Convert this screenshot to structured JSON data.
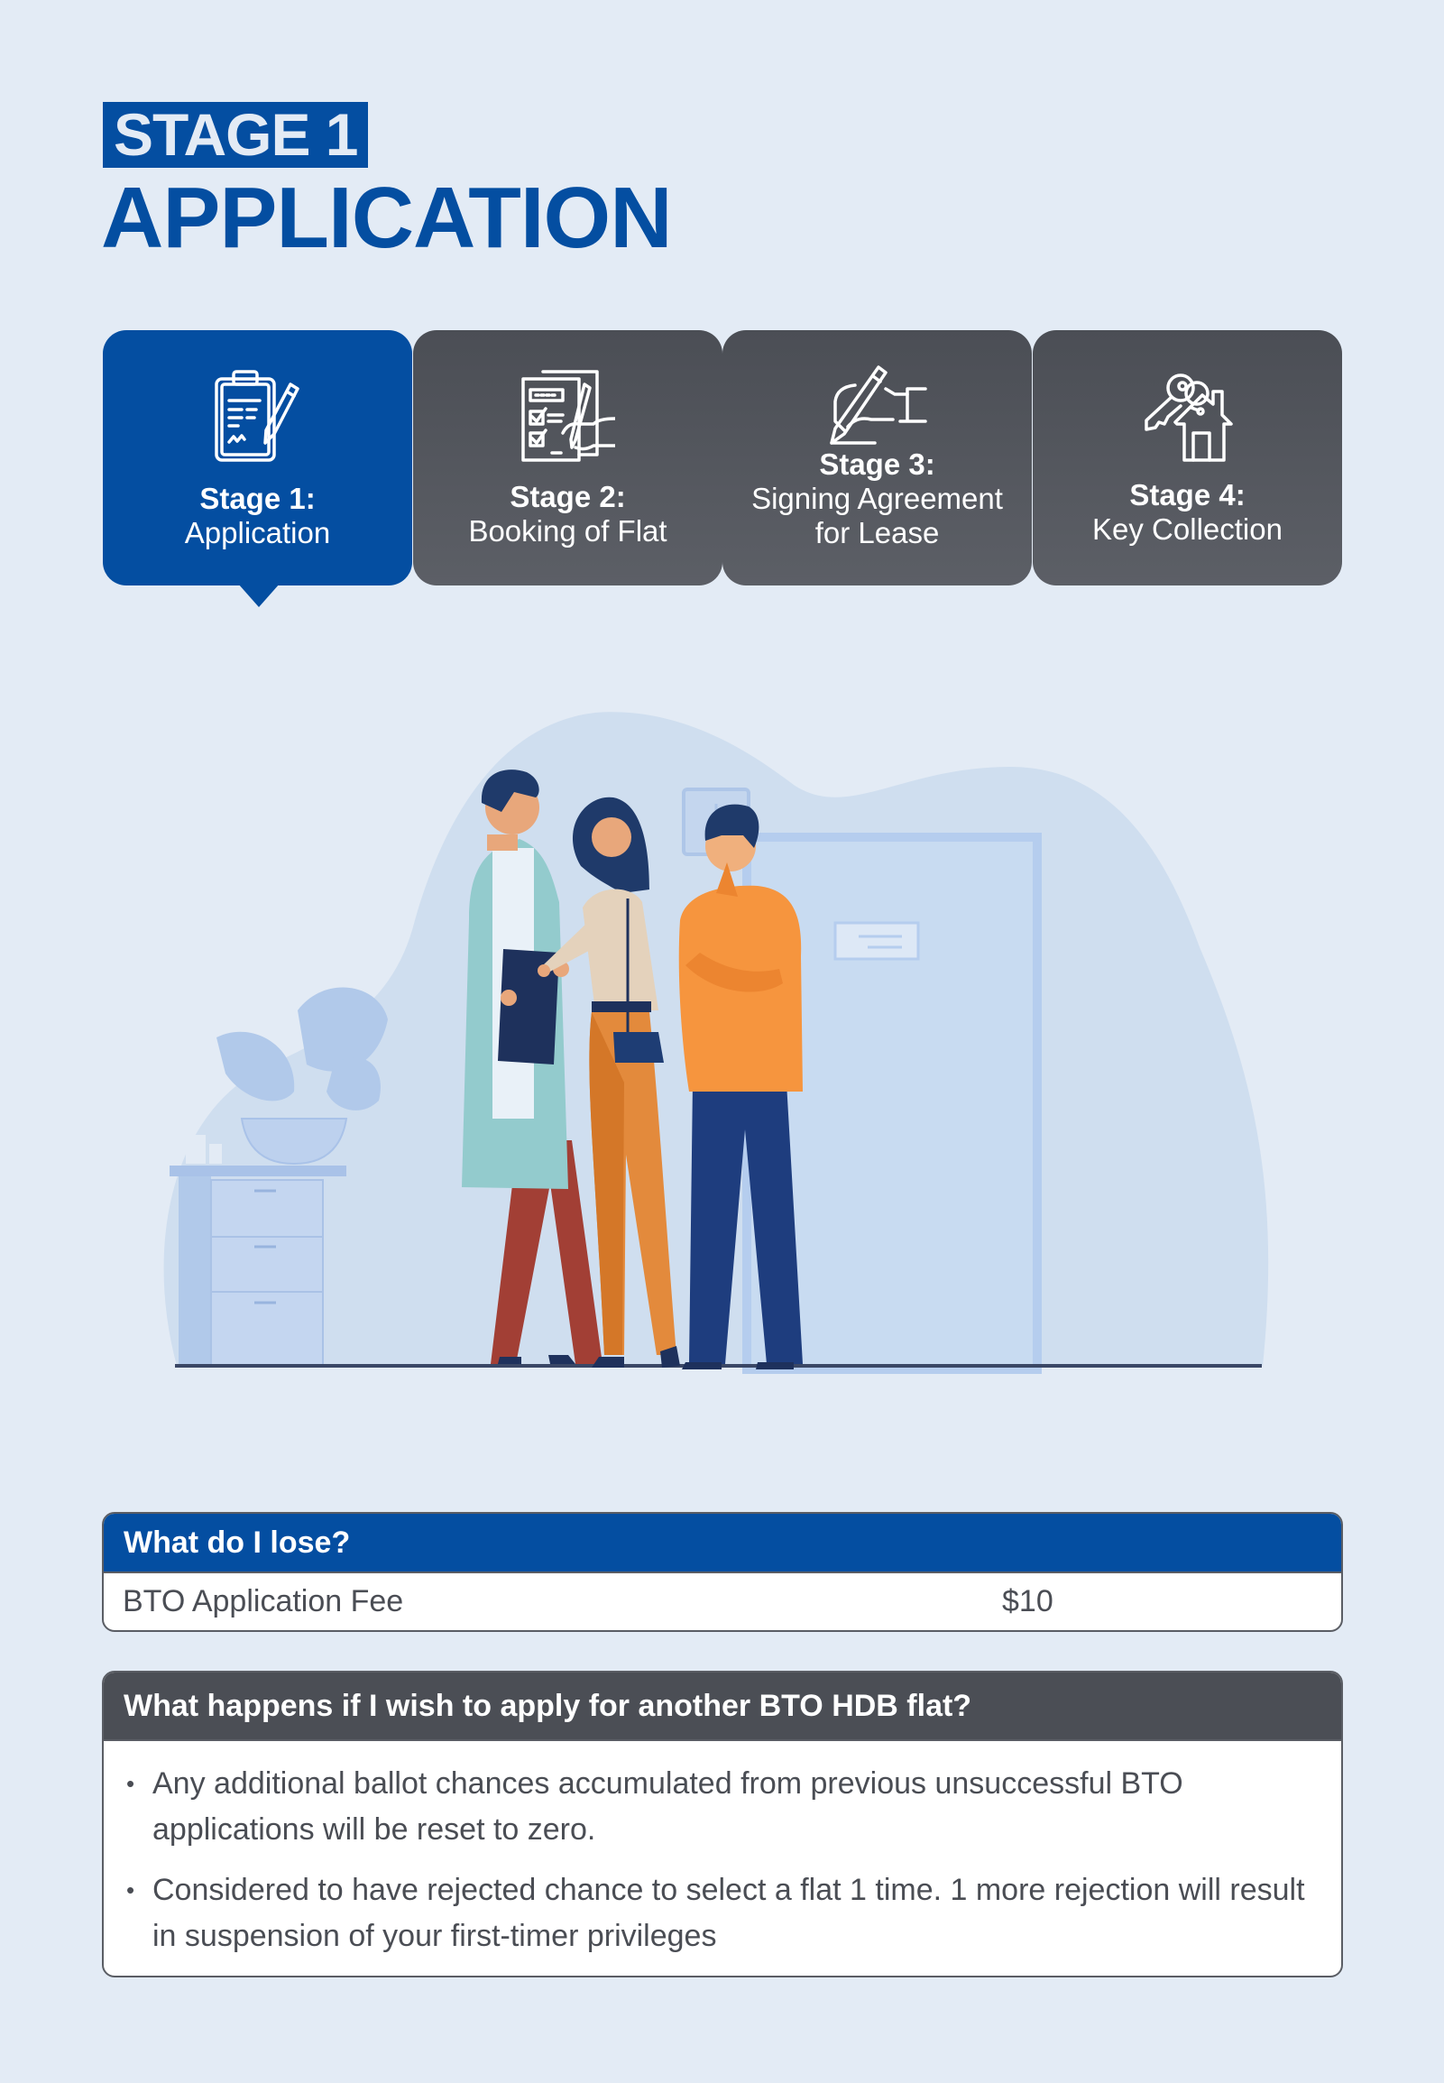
{
  "header": {
    "stage_tag": "STAGE 1",
    "title": "APPLICATION"
  },
  "stages": [
    {
      "number": "Stage 1:",
      "name": "Application",
      "icon": "clipboard-pen-icon",
      "active": true
    },
    {
      "number": "Stage 2:",
      "name": "Booking of Flat",
      "icon": "checklist-hand-pen-icon",
      "active": false
    },
    {
      "number": "Stage 3:",
      "name_line1": "Signing Agreement",
      "name_line2": "for Lease",
      "icon": "hand-signing-icon",
      "active": false
    },
    {
      "number": "Stage 4:",
      "name": "Key Collection",
      "icon": "house-keys-icon",
      "active": false
    }
  ],
  "illustration": {
    "description": "Three people talking in an office: man in teal coat holding clipboard, woman in beige top and orange trousers, man in orange sweater",
    "icon": "people-consultation-illustration"
  },
  "lose_table": {
    "header": "What do I lose?",
    "rows": [
      {
        "item": "BTO Application Fee",
        "amount": "$10"
      }
    ]
  },
  "reapply_table": {
    "header": "What happens if I wish to apply for another BTO HDB flat?",
    "bullets": [
      "Any additional ballot chances accumulated from previous unsuccessful BTO applications will be reset to zero.",
      "Considered to have rejected chance to select a flat 1 time. 1 more rejection will result in suspension of your first-timer privileges"
    ]
  },
  "colors": {
    "background": "#e3ebf5",
    "primary_blue": "#044ea1",
    "inactive_gray": "#4b4e55",
    "body_text": "#4a4d54"
  }
}
